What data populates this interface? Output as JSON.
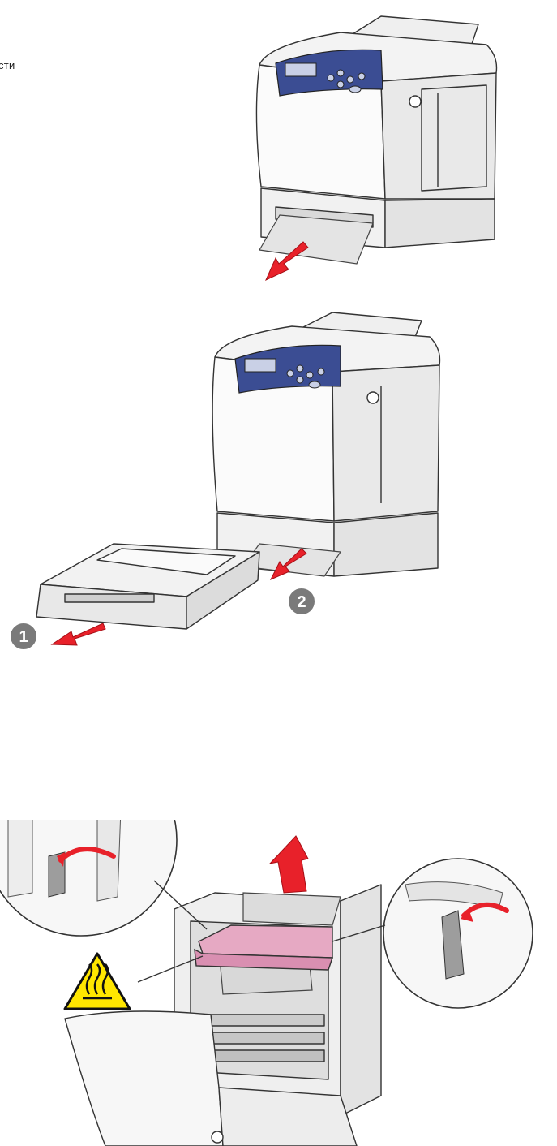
{
  "text_fragment": "сти",
  "step_badges": [
    "1",
    "2"
  ],
  "colors": {
    "panel_blue": "#3b4d93",
    "arrow_red": "#e8212a",
    "fuser_pink": "#e6a9c3",
    "warning_yellow": "#ffe600",
    "badge_gray": "#7a7a7a"
  },
  "icons": {
    "heat_warning": "hot-surface-warning-icon",
    "pull_arrow": "red-arrow-icon"
  }
}
